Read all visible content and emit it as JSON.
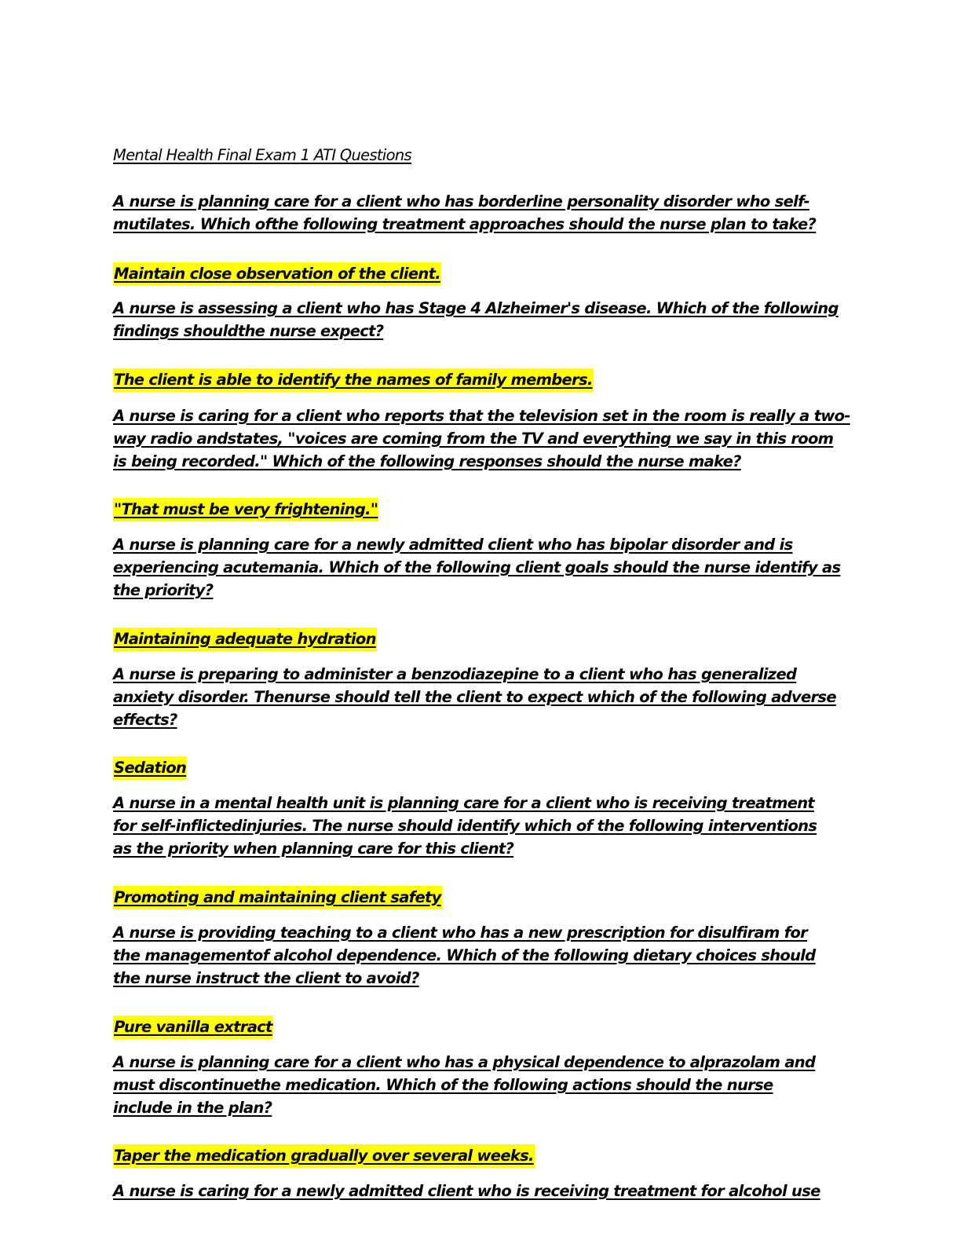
{
  "title": "Mental Health Final Exam 1 ATI Questions",
  "items": [
    {
      "question_lines": [
        "A nurse is planning care for a client who has borderline personality disorder who self-",
        "mutilates. Which ofthe following treatment approaches should the nurse plan to take?"
      ],
      "answer": "Maintain close observation of the client."
    },
    {
      "question_lines": [
        "A nurse is assessing a client who has Stage 4 Alzheimer's disease. Which of the following",
        "findings shouldthe nurse expect?"
      ],
      "answer": "The client is able to identify the names of family members."
    },
    {
      "question_lines": [
        "A nurse is caring for a client who reports that the television set in the room is really a two-",
        "way radio andstates, \"voices are coming from the TV and everything we say in this room",
        "is being recorded.\" Which of the following responses should the nurse make?"
      ],
      "answer": "\"That must be very frightening.\""
    },
    {
      "question_lines": [
        "A nurse is planning care for a newly admitted client who has bipolar disorder and is",
        "experiencing acutemania. Which of the following client goals should the nurse identify as",
        "the priority?"
      ],
      "answer": "Maintaining adequate hydration"
    },
    {
      "question_lines": [
        "A nurse is preparing to administer a benzodiazepine to a client who has generalized",
        "anxiety disorder. Thenurse should tell the client to expect which of the following adverse",
        "effects?"
      ],
      "answer": "Sedation"
    },
    {
      "question_lines": [
        "A nurse in a mental health unit is planning care for a client who is receiving treatment",
        "for self-inflictedinjuries. The nurse should identify which of the following interventions",
        "as the priority when planning care for this client?"
      ],
      "answer": "Promoting and maintaining client safety"
    },
    {
      "question_lines": [
        "A nurse is providing teaching to a client who has a new prescription for disulfiram for",
        "the managementof alcohol dependence. Which of the following dietary choices should",
        "the nurse instruct the client to avoid?"
      ],
      "answer": "Pure vanilla extract"
    },
    {
      "question_lines": [
        "A nurse is planning care for a client who has a physical dependence to alprazolam and",
        "must discontinuethe medication. Which of the following actions should the nurse",
        "include in the plan?"
      ],
      "answer": "Taper the medication gradually over several weeks."
    },
    {
      "question_lines": [
        "A nurse is caring for a newly admitted client who is receiving treatment for alcohol use"
      ]
    }
  ]
}
